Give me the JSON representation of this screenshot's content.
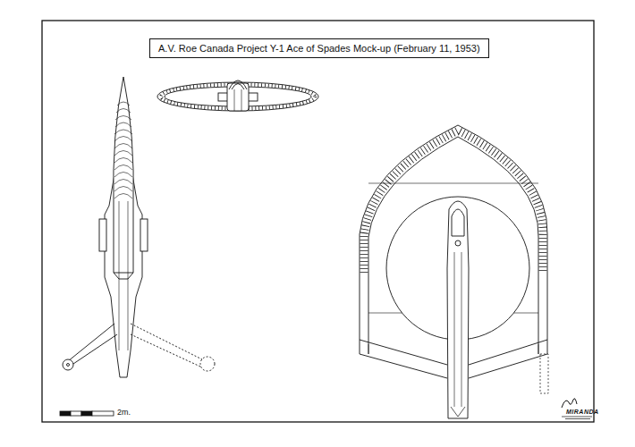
{
  "diagram": {
    "title": "A.V. Roe Canada Project Y-1 Ace of Spades Mock-up (February 11, 1953)",
    "labels": [
      "2m.",
      "MIRANDA"
    ]
  }
}
